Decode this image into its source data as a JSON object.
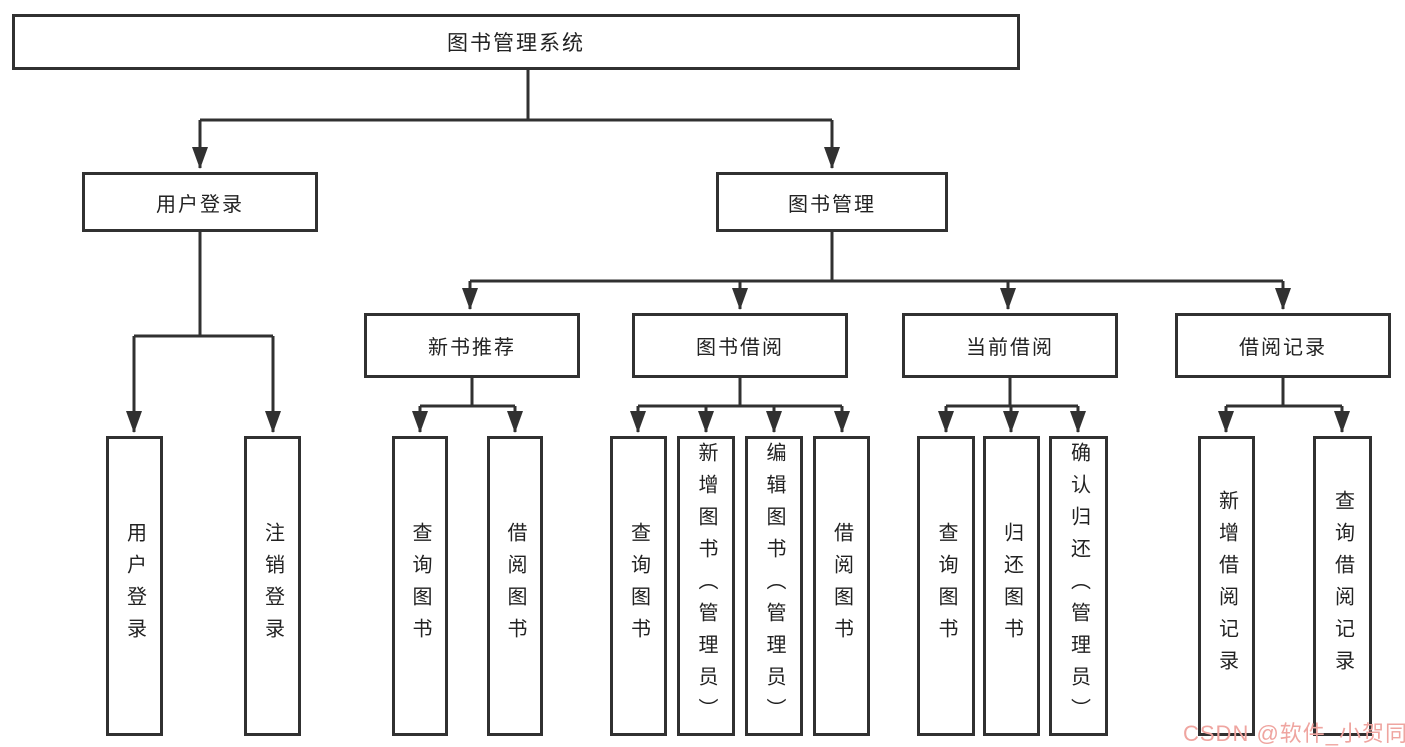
{
  "nodes": {
    "root": "图书管理系统",
    "user_login": "用户登录",
    "book_mgmt": "图书管理",
    "new_books": "新书推荐",
    "book_borrow": "图书借阅",
    "current_borrow": "当前借阅",
    "borrow_records": "借阅记录",
    "leaf_user_login": "用户登录",
    "leaf_logout": "注销登录",
    "leaf_nb_query": "查询图书",
    "leaf_nb_borrow": "借阅图书",
    "leaf_bb_query": "查询图书",
    "leaf_bb_add": "新增图书（管理员）",
    "leaf_bb_edit": "编辑图书（管理员）",
    "leaf_bb_borrow": "借阅图书",
    "leaf_cb_query": "查询图书",
    "leaf_cb_return": "归还图书",
    "leaf_cb_confirm": "确认归还（管理员）",
    "leaf_br_add": "新增借阅记录",
    "leaf_br_query": "查询借阅记录"
  },
  "watermark": {
    "text": "CSDN @软件_小贺同学",
    "color": "#efa5a0"
  },
  "colors": {
    "line": "#313131",
    "text": "#222222",
    "background": "#ffffff"
  }
}
